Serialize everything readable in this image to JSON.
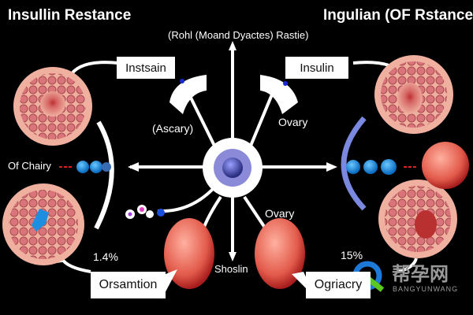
{
  "titles": {
    "left": "Insullin Restance",
    "right": "Ingulian (OF Rstance"
  },
  "subtitle": "(Rohl (Moand Dyactes) Rastie)",
  "labels": {
    "top_left_box": "Instsain",
    "top_right_box": "Insulin",
    "ascary": "(Ascary)",
    "ovary_top": "Ovary",
    "ovary_bottom": "Ovary",
    "chairy": "Of Chairy",
    "center_bottom": "Shoslin",
    "bottom_left_box": "Orsamtion",
    "bottom_right_box": "Ogriacry",
    "percent_left": "1.4%",
    "percent_right": "15%"
  },
  "watermark": {
    "cn": "帮孕网",
    "en": "BANGYUNWANG"
  },
  "colors": {
    "background": "#000000",
    "cell": "#e48a80",
    "blue": "#1e8fe0",
    "core": "#4a4fb0"
  }
}
